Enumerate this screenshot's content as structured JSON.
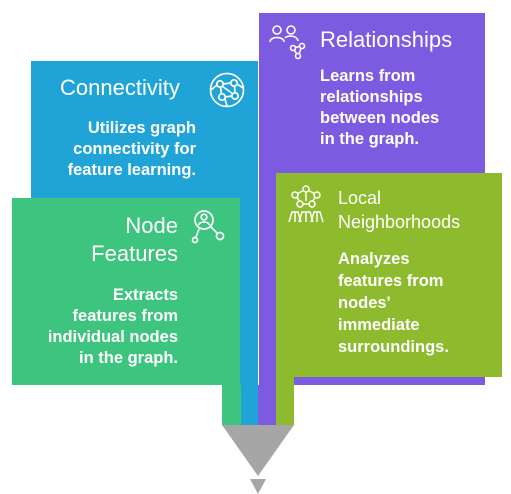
{
  "colors": {
    "connectivity": "#20A3D6",
    "relationships": "#7D5BE1",
    "local": "#8DBB2D",
    "node": "#3DC47E",
    "funnel": "#A6A6A6"
  },
  "cards": {
    "relationships": {
      "icon": "people-network-icon",
      "title": "Relationships",
      "body": [
        "Learns from",
        "relationships",
        "between nodes",
        "in the graph."
      ]
    },
    "connectivity": {
      "icon": "globe-network-icon",
      "title": "Connectivity",
      "body": [
        "Utilizes graph",
        "connectivity for",
        "feature learning."
      ]
    },
    "local": {
      "icon": "neighborhood-network-icon",
      "title": [
        "Local",
        "Neighborhoods"
      ],
      "body": [
        "Analyzes",
        "features from",
        "nodes'",
        "immediate",
        "surroundings."
      ]
    },
    "node": {
      "icon": "node-search-icon",
      "title": [
        "Node",
        "Features"
      ],
      "body": [
        "Extracts",
        "features from",
        "individual nodes",
        "in the graph."
      ]
    }
  }
}
